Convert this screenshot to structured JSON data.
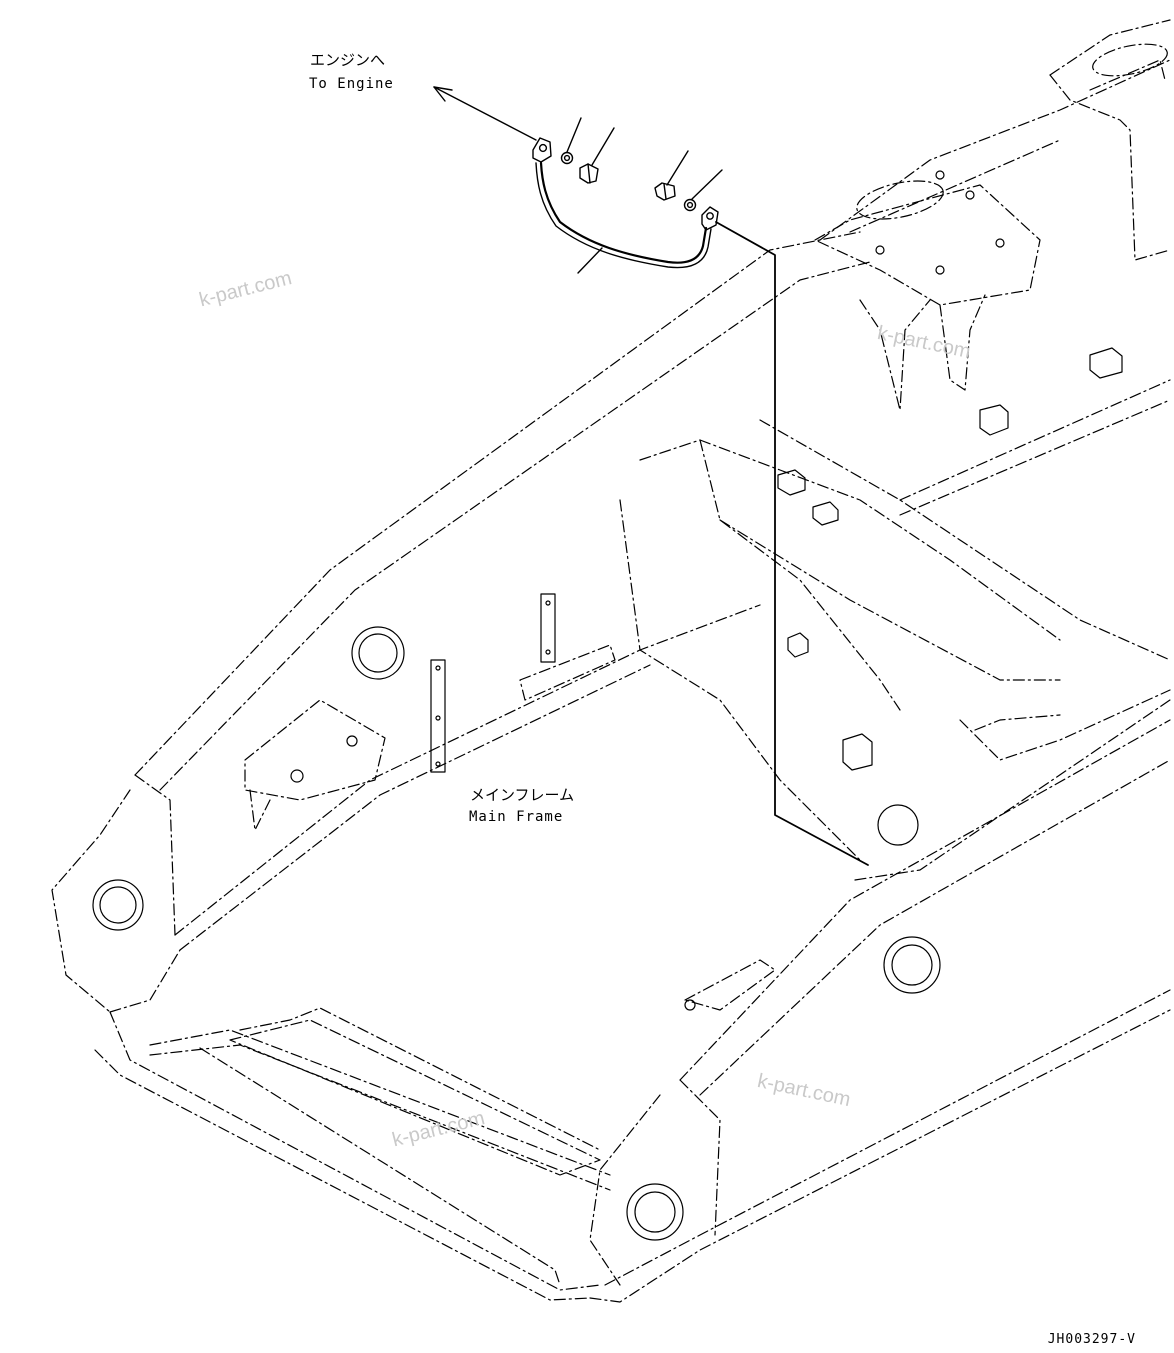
{
  "callouts": {
    "to_engine_ja": "エンジンへ",
    "to_engine_en": "To Engine",
    "main_frame_ja": "メインフレーム",
    "main_frame_en": "Main Frame"
  },
  "watermarks": [
    "k-part.com",
    "k-part.com",
    "k-part.com",
    "k-part.com"
  ],
  "drawing_code": "JH003297-V",
  "colors": {
    "line": "#000000",
    "watermark": "#c9c9c9",
    "background": "#ffffff"
  }
}
